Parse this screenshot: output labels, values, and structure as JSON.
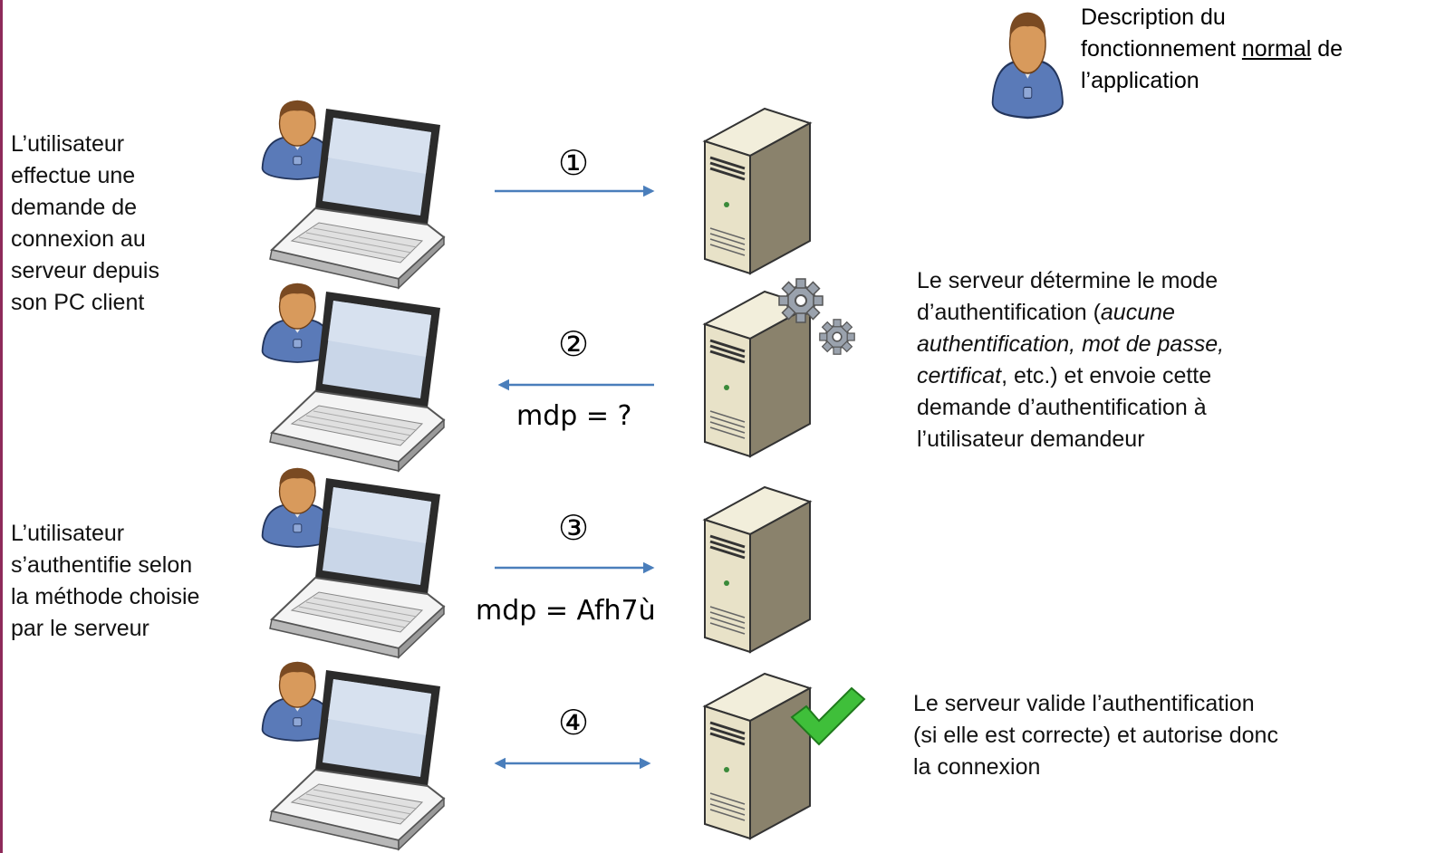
{
  "legend": {
    "line1": "Description du",
    "line2_pre": "fonctionnement ",
    "line2_u": "normal",
    "line2_post": " de",
    "line3": "l’application"
  },
  "steps": [
    {
      "marker": "①",
      "direction": "right",
      "message": ""
    },
    {
      "marker": "②",
      "direction": "left",
      "message": "mdp = ?"
    },
    {
      "marker": "③",
      "direction": "right",
      "message": "mdp = Afh7ù"
    },
    {
      "marker": "④",
      "direction": "both",
      "message": ""
    }
  ],
  "descriptions": {
    "step1": [
      "L’utilisateur",
      "effectue une",
      "demande de",
      "connexion au",
      "serveur depuis",
      "son PC client"
    ],
    "step2": {
      "l1": "Le serveur détermine le mode",
      "l2_pre": "d’authentification (",
      "l2_it": "aucune",
      "l3_it": "authentification, mot de passe,",
      "l4_it": "certificat",
      "l4_post": ", etc.) et envoie cette",
      "l5": "demande d’authentification à",
      "l6": "l’utilisateur demandeur"
    },
    "step3": [
      "L’utilisateur",
      "s’authentifie selon",
      "la méthode choisie",
      "par le serveur"
    ],
    "step4": [
      "Le serveur valide l’authentification",
      "(si elle est correcte) et autorise donc",
      "la connexion"
    ]
  },
  "colors": {
    "arrow": "#4a7ebb",
    "server_body": "#e8e2c8",
    "server_dark": "#8a826c",
    "laptop_screen": "#c9d6e8",
    "user_shirt": "#5a7ab8",
    "user_skin": "#d89a5c",
    "user_hair": "#7a4a22",
    "gear": "#9aa2ad",
    "check": "#3fbf3a"
  }
}
